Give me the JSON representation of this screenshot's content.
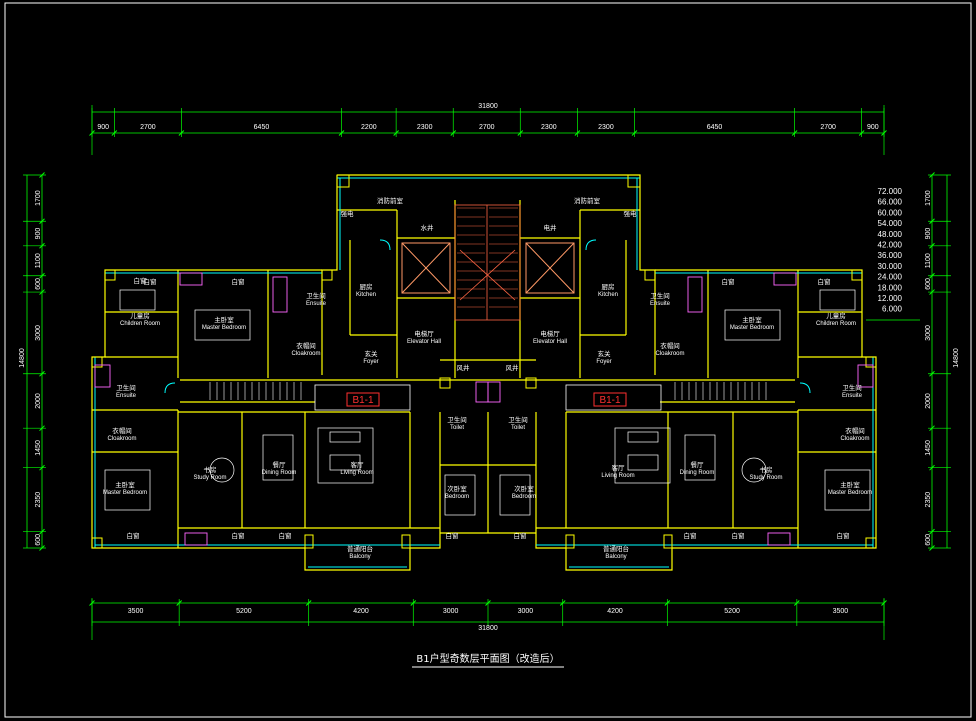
{
  "title": "B1户型奇数层平面图（改造后）",
  "colors": {
    "dimension": "#00ff00",
    "wall": "#ffff00",
    "window": "#00ffff",
    "furniture": "#ff66ff",
    "stair": "#ff6644",
    "text": "#ffffff",
    "tag": "#ff3030"
  },
  "top_total": "31800",
  "top_dims": [
    "900",
    "2700",
    "6450",
    "2200",
    "2300",
    "2700",
    "2300",
    "2300",
    "6450",
    "2700",
    "900"
  ],
  "bottom_dims": [
    "3500",
    "5200",
    "4200",
    "3000",
    "3000",
    "4200",
    "5200",
    "3500"
  ],
  "bottom_total": "31800",
  "left_total": "14800",
  "left_dims": [
    "1700",
    "900",
    "1100",
    "600",
    "3000",
    "2000",
    "1450",
    "2350",
    "600"
  ],
  "right_total": "14800",
  "right_dims": [
    "1700",
    "900",
    "1100",
    "600",
    "3000",
    "2000",
    "1450",
    "2350",
    "600"
  ],
  "levels": [
    "72.000",
    "66.000",
    "60.000",
    "54.000",
    "48.000",
    "42.000",
    "36.000",
    "30.000",
    "24.000",
    "18.000",
    "12.000",
    "6.000"
  ],
  "unit_tags": [
    "B1-1",
    "B1-1"
  ],
  "rooms": [
    {
      "cn": "消防前室",
      "en": ""
    },
    {
      "cn": "消防前室",
      "en": ""
    },
    {
      "cn": "水井",
      "en": ""
    },
    {
      "cn": "电井",
      "en": ""
    },
    {
      "cn": "强电",
      "en": ""
    },
    {
      "cn": "强电",
      "en": ""
    },
    {
      "cn": "白窗",
      "en": ""
    },
    {
      "cn": "儿童房",
      "en": "Children Room"
    },
    {
      "cn": "主卧室",
      "en": "Master Bedroom"
    },
    {
      "cn": "卫生间",
      "en": "Ensuite"
    },
    {
      "cn": "衣帽间",
      "en": "Cloakroom"
    },
    {
      "cn": "厨房",
      "en": "Kitchen"
    },
    {
      "cn": "电梯厅",
      "en": "Elevator Hall"
    },
    {
      "cn": "电梯厅",
      "en": "Elevator Hall"
    },
    {
      "cn": "厨房",
      "en": "Kitchen"
    },
    {
      "cn": "卫生间",
      "en": "Ensuite"
    },
    {
      "cn": "衣帽间",
      "en": "Cloakroom"
    },
    {
      "cn": "主卧室",
      "en": "Master Bedroom"
    },
    {
      "cn": "儿童房",
      "en": "Children Room"
    },
    {
      "cn": "玄关",
      "en": "Foyer"
    },
    {
      "cn": "玄关",
      "en": "Foyer"
    },
    {
      "cn": "风井",
      "en": ""
    },
    {
      "cn": "风井",
      "en": ""
    },
    {
      "cn": "卫生间",
      "en": "Ensuite"
    },
    {
      "cn": "卫生间",
      "en": "Ensuite"
    },
    {
      "cn": "衣帽间",
      "en": "Cloakroom"
    },
    {
      "cn": "衣帽间",
      "en": "Cloakroom"
    },
    {
      "cn": "卫生间",
      "en": "Toilet"
    },
    {
      "cn": "卫生间",
      "en": "Toilet"
    },
    {
      "cn": "书房",
      "en": "Study Room"
    },
    {
      "cn": "餐厅",
      "en": "Dining Room"
    },
    {
      "cn": "客厅",
      "en": "Living Room"
    },
    {
      "cn": "次卧室",
      "en": "Bedroom"
    },
    {
      "cn": "次卧室",
      "en": "Bedroom"
    },
    {
      "cn": "客厅",
      "en": "Living Room"
    },
    {
      "cn": "餐厅",
      "en": "Dining Room"
    },
    {
      "cn": "书房",
      "en": "Study Room"
    },
    {
      "cn": "主卧室",
      "en": "Master Bedroom"
    },
    {
      "cn": "主卧室",
      "en": "Master Bedroom"
    },
    {
      "cn": "普通阳台",
      "en": "Balcony"
    },
    {
      "cn": "普通阳台",
      "en": "Balcony"
    }
  ],
  "window_labels": [
    "白窗",
    "白窗",
    "白窗",
    "白窗",
    "白窗",
    "白窗",
    "白窗",
    "白窗",
    "白窗",
    "白窗",
    "白窗",
    "白窗",
    "白窗",
    "白窗",
    "白窗",
    "白窗",
    "白窗",
    "白窗"
  ]
}
